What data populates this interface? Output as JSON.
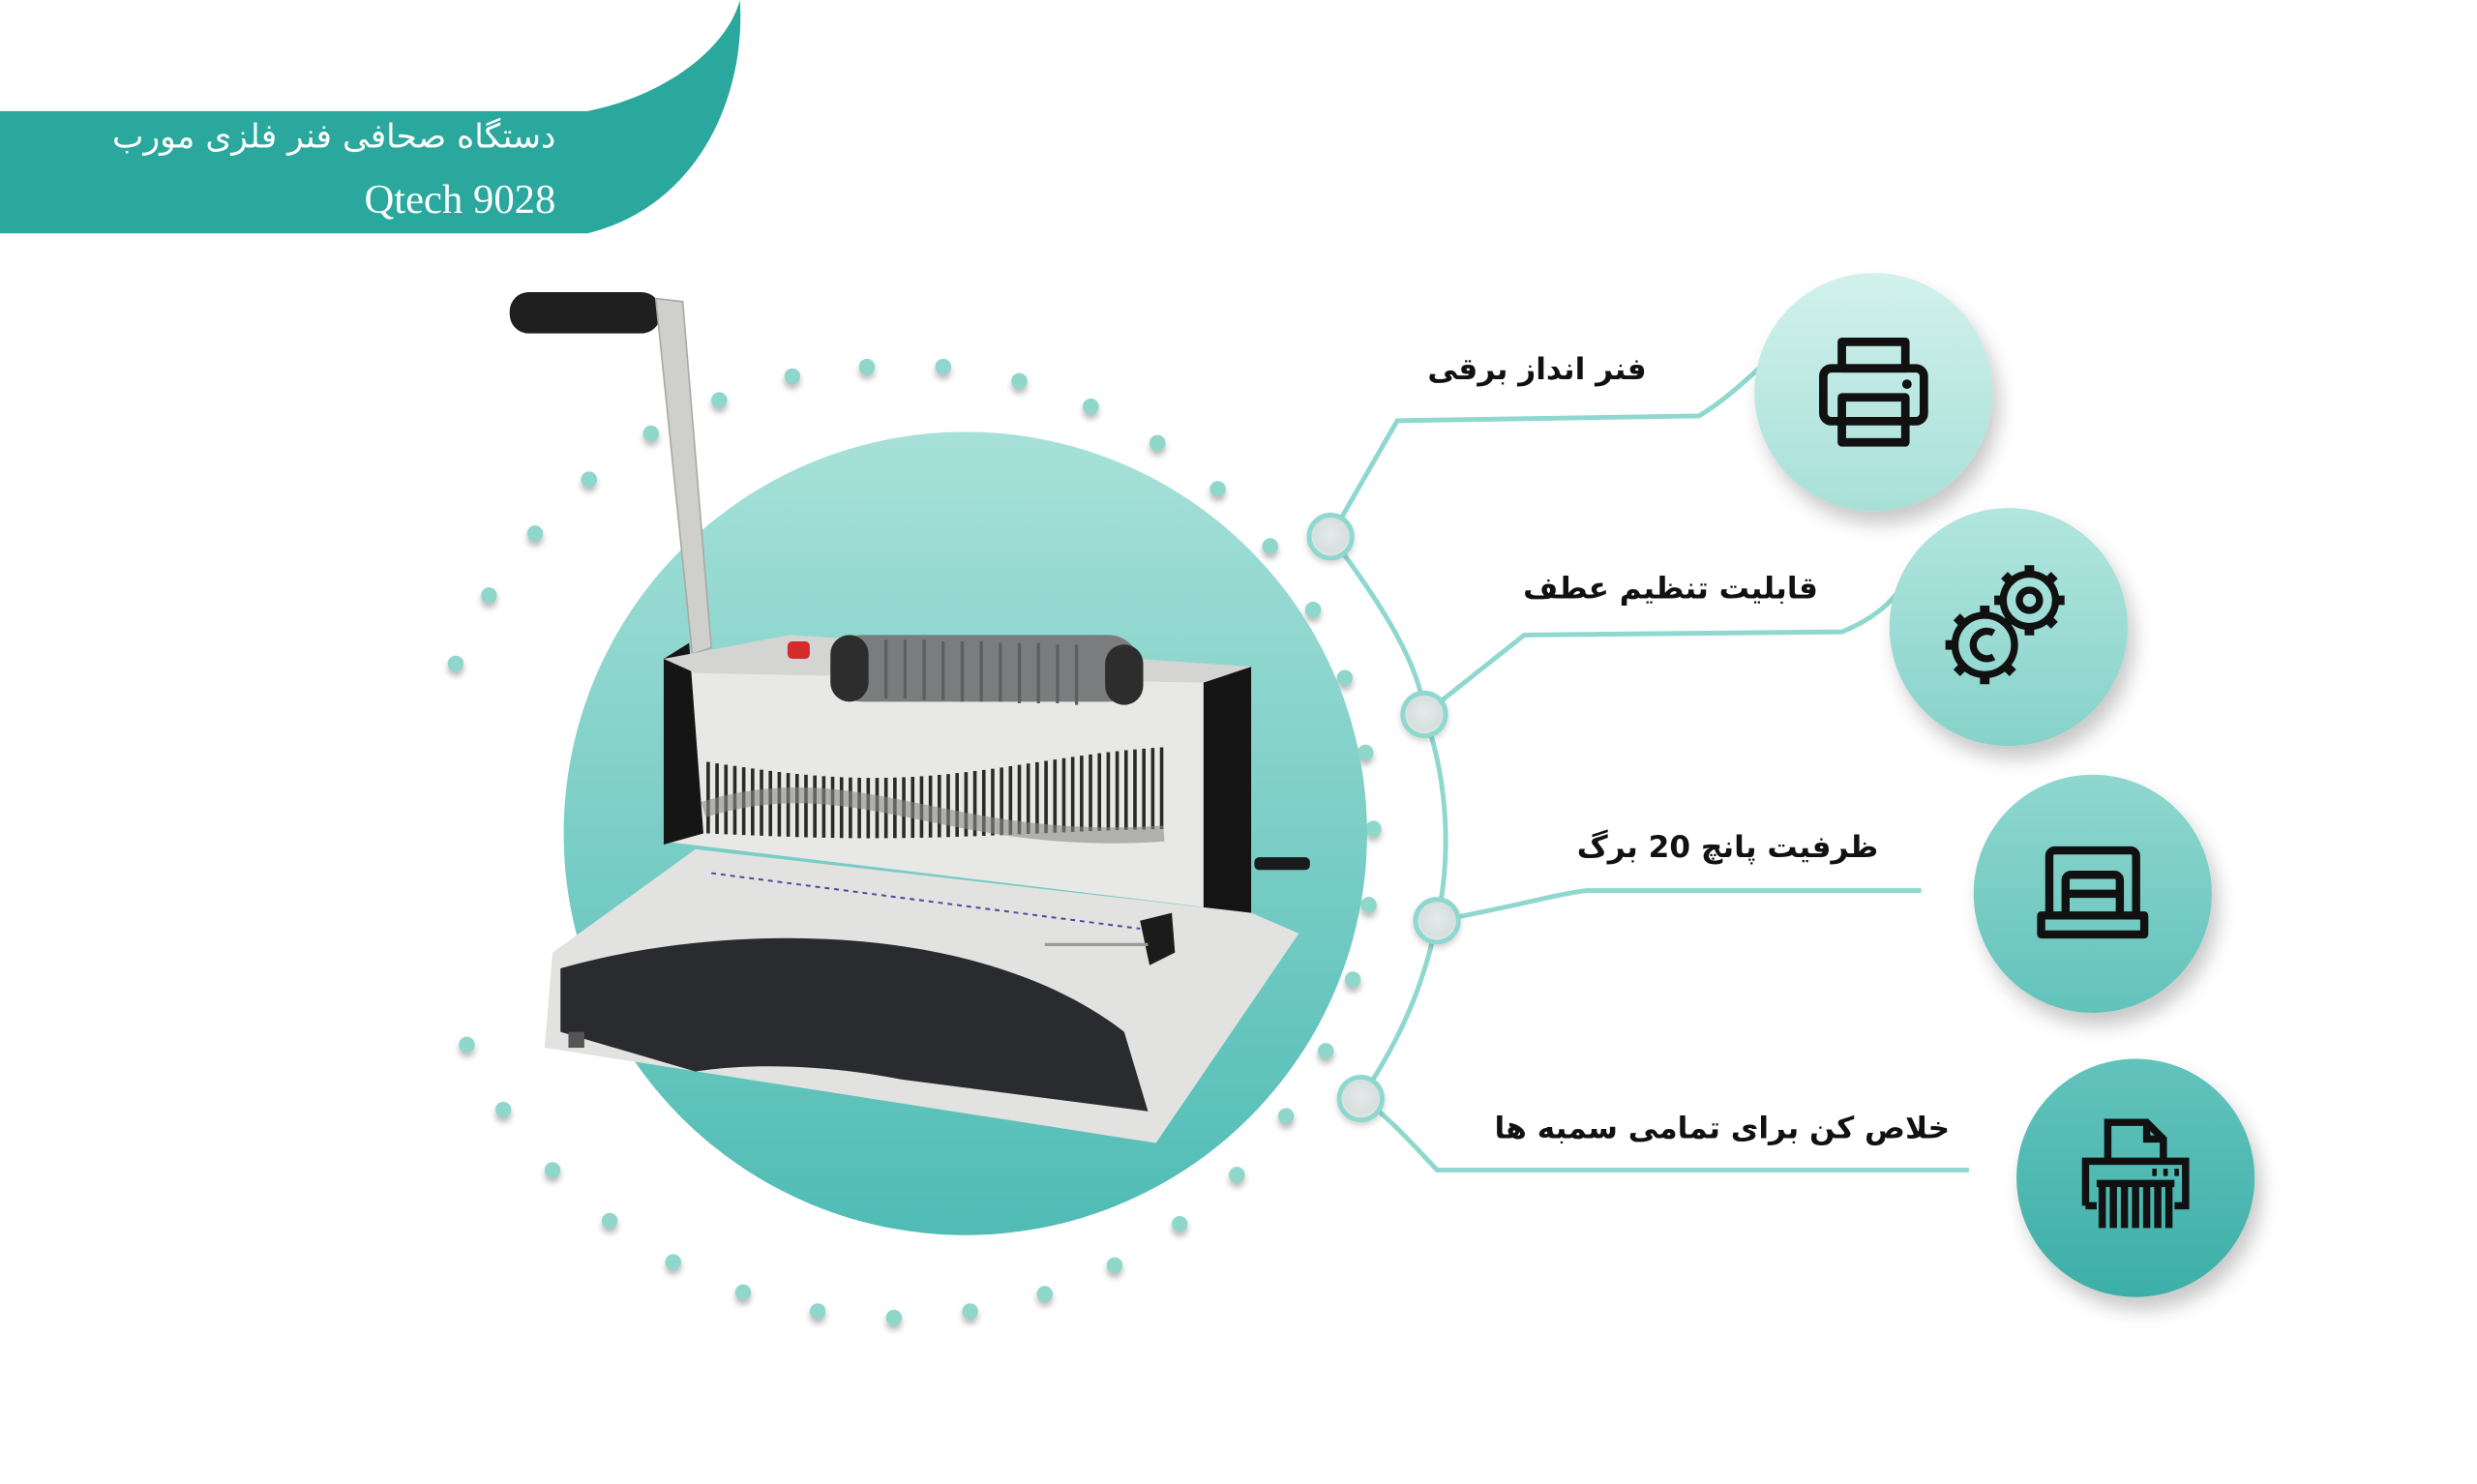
{
  "header": {
    "title_fa": "دستگاه صحافی فنر فلزی مورب",
    "model": "Qtech 9028",
    "banner_color": "#2aa89e"
  },
  "product": {
    "image_alt": "Qtech 9028 wire binding machine with handle, punch die and red power switch",
    "circle_color_top": "#a7e1d9",
    "circle_color_bottom": "#4fbcb5"
  },
  "features": [
    {
      "label": "فنر انداز برقی",
      "icon": "printer-icon",
      "bubble_color": "#b2e6dd"
    },
    {
      "label": "قابلیت تنظیم عطف",
      "icon": "gears-icon",
      "bubble_color": "#9cdcd3"
    },
    {
      "label": "ظرفیت پانچ 20 برگ",
      "icon": "punch-icon",
      "bubble_color": "#7ccfc7"
    },
    {
      "label": "خلاص کن برای تمامی سمبه ها",
      "icon": "shredder-icon",
      "bubble_color": "#4fbbb4"
    }
  ],
  "colors": {
    "accent": "#2aa89e",
    "connector": "#8ed8cf",
    "dot": "#8fd6cb",
    "text": "#111111"
  }
}
